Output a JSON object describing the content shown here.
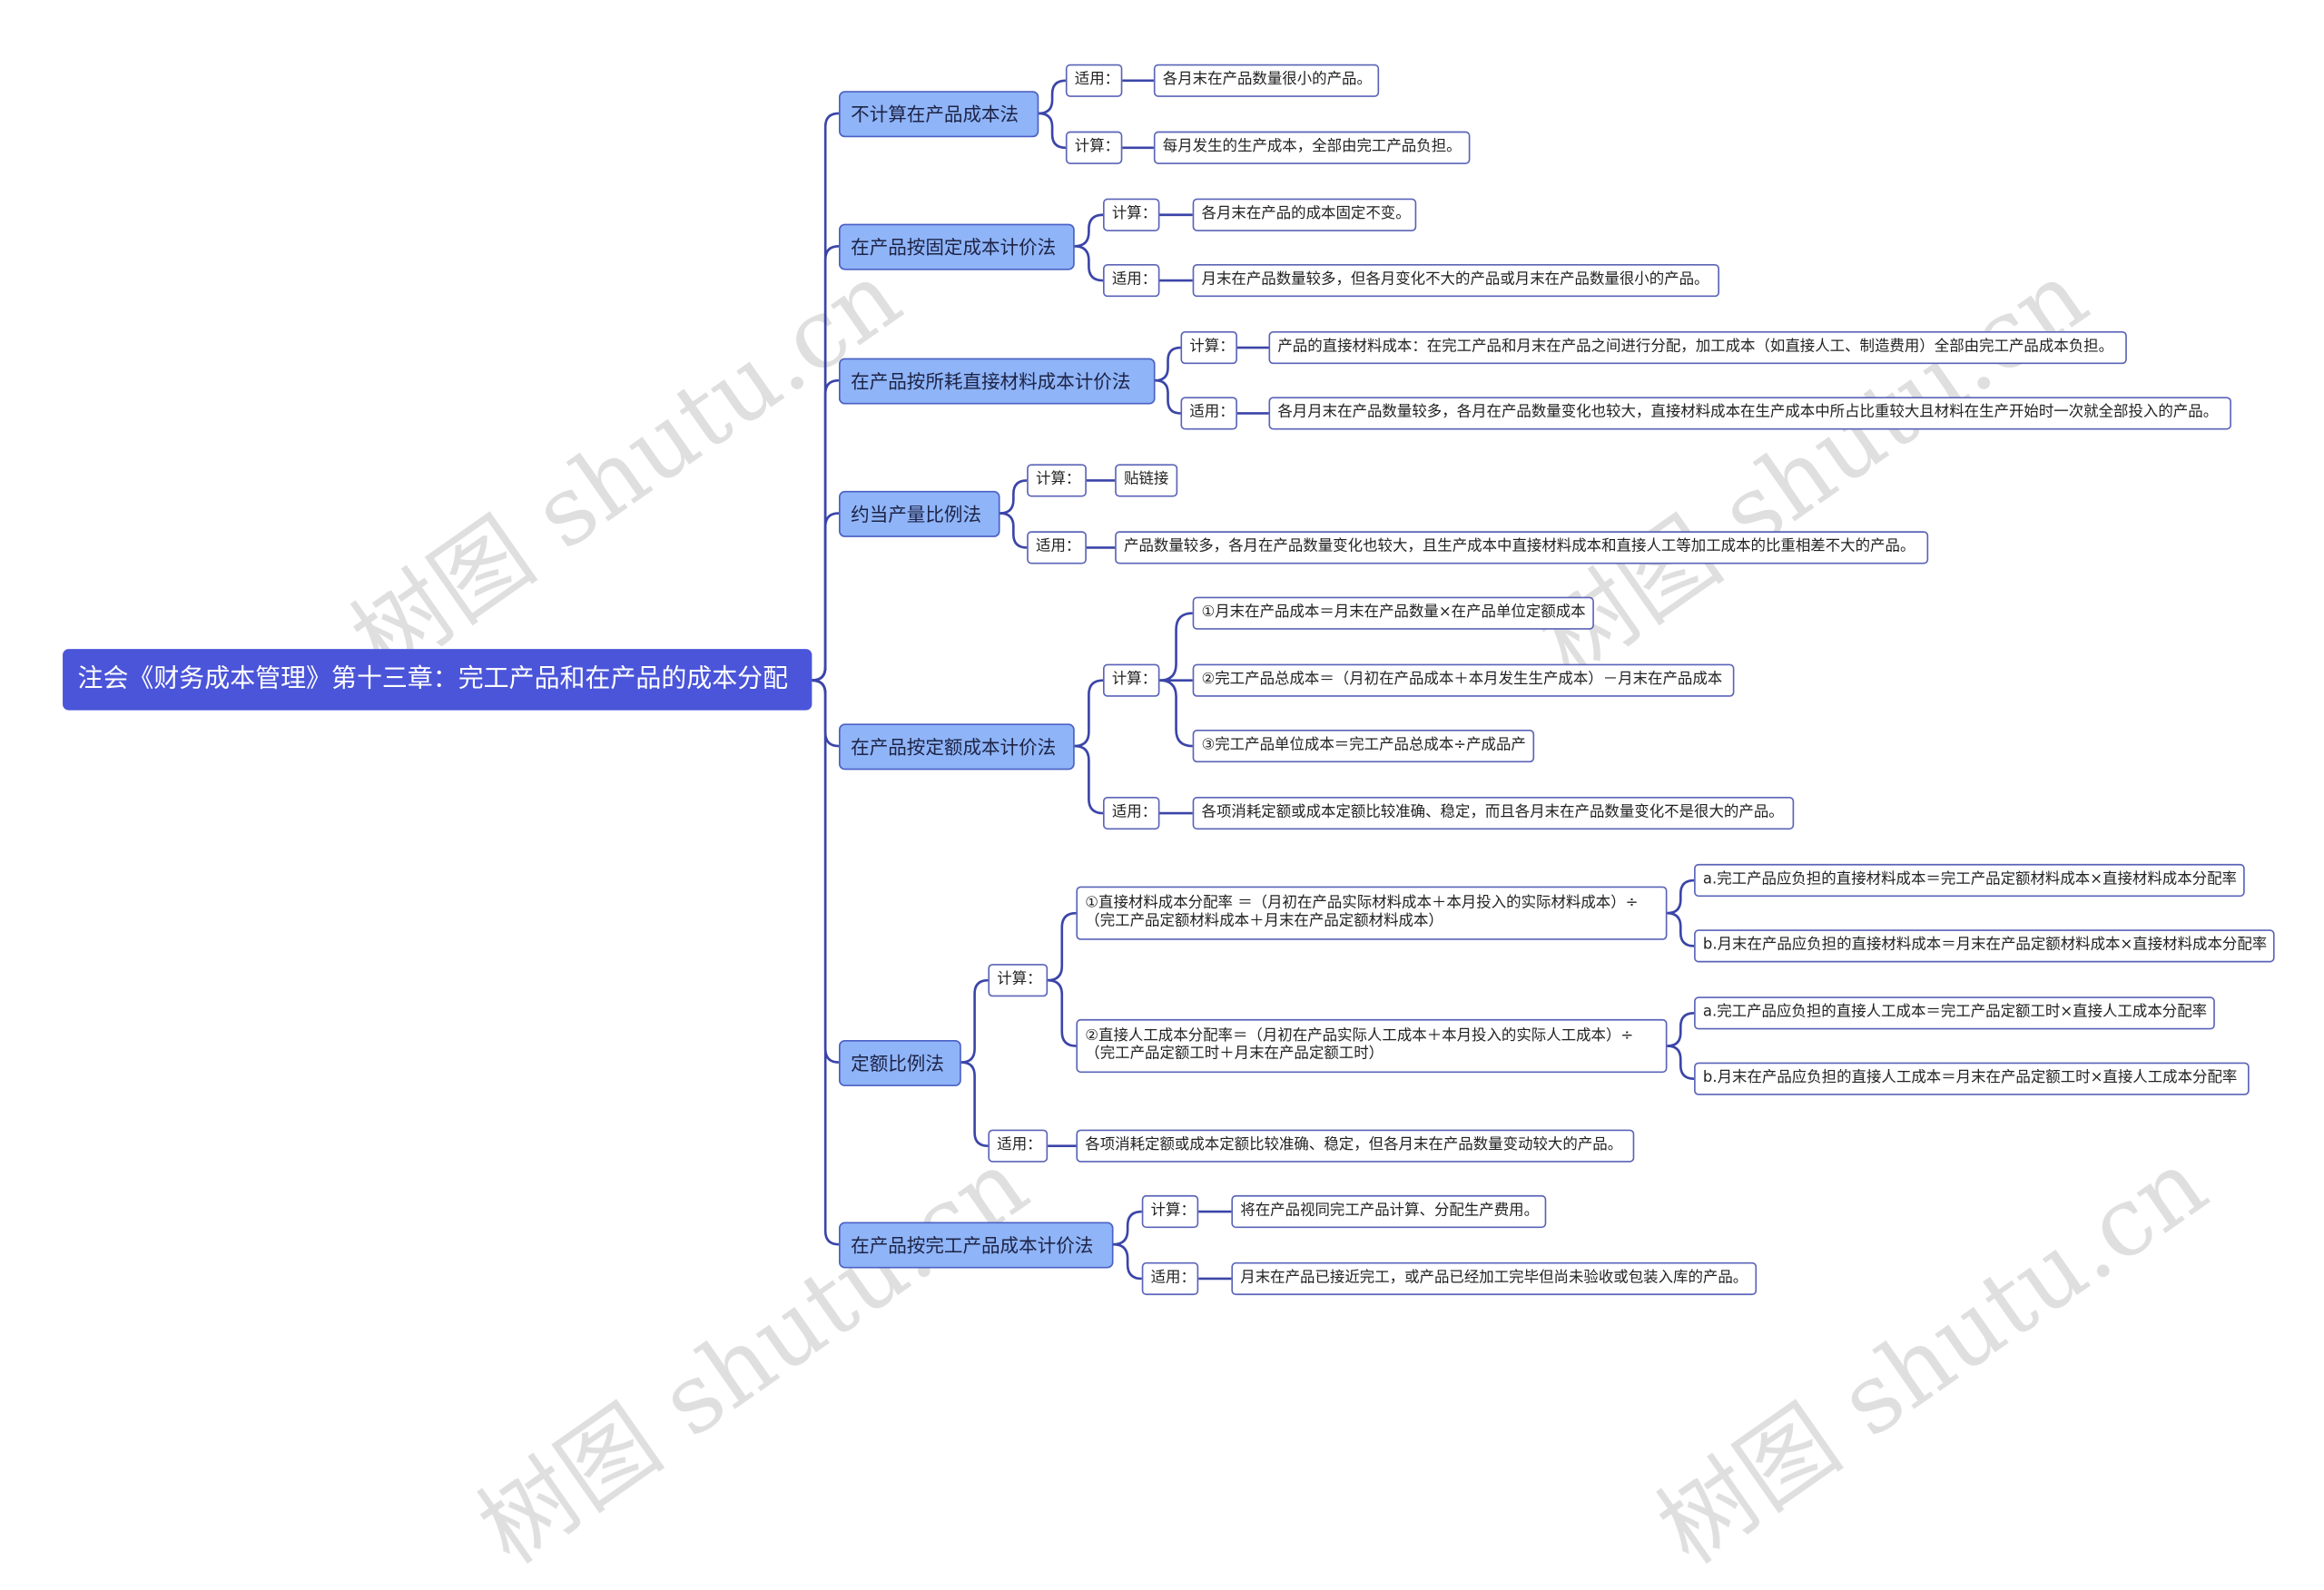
{
  "root": "注会《财务成本管理》第十三章：完工产品和在产品的成本分配",
  "watermark": "树图 shutu.cn",
  "colors": {
    "root": "#4b55d9",
    "branch": "#8fb4f7",
    "line": "#3b45a8"
  },
  "b1": {
    "label": "不计算在产品成本法",
    "c1": {
      "tag": "适用：",
      "text": "各月末在产品数量很小的产品。"
    },
    "c2": {
      "tag": "计算：",
      "text": "每月发生的生产成本，全部由完工产品负担。"
    }
  },
  "b2": {
    "label": "在产品按固定成本计价法",
    "c1": {
      "tag": "计算：",
      "text": "各月末在产品的成本固定不变。"
    },
    "c2": {
      "tag": "适用：",
      "text": "月末在产品数量较多，但各月变化不大的产品或月末在产品数量很小的产品。"
    }
  },
  "b3": {
    "label": "在产品按所耗直接材料成本计价法",
    "c1": {
      "tag": "计算：",
      "text": "产品的直接材料成本：在完工产品和月末在产品之间进行分配，加工成本（如直接人工、制造费用）全部由完工产品成本负担。"
    },
    "c2": {
      "tag": "适用：",
      "text": "各月月末在产品数量较多，各月在产品数量变化也较大，直接材料成本在生产成本中所占比重较大且材料在生产开始时一次就全部投入的产品。"
    }
  },
  "b4": {
    "label": "约当产量比例法",
    "c1": {
      "tag": "计算：",
      "text": "贴链接"
    },
    "c2": {
      "tag": "适用：",
      "text": "产品数量较多，各月在产品数量变化也较大，且生产成本中直接材料成本和直接人工等加工成本的比重相差不大的产品。"
    }
  },
  "b5": {
    "label": "在产品按定额成本计价法",
    "c1": {
      "tag": "计算：",
      "items": [
        "①月末在产品成本＝月末在产品数量×在产品单位定额成本",
        "②完工产品总成本＝（月初在产品成本＋本月发生生产成本）－月末在产品成本",
        "③完工产品单位成本＝完工产品总成本÷产成品产"
      ]
    },
    "c2": {
      "tag": "适用：",
      "text": "各项消耗定额或成本定额比较准确、稳定，而且各月末在产品数量变化不是很大的产品。"
    }
  },
  "b6": {
    "label": "定额比例法",
    "c1": {
      "tag": "计算：",
      "m": {
        "text": "①直接材料成本分配率 ＝（月初在产品实际材料成本＋本月投入的实际材料成本）÷（完工产品定额材料成本＋月末在产品定额材料成本）",
        "a": "a.完工产品应负担的直接材料成本＝完工产品定额材料成本×直接材料成本分配率",
        "b": "b.月末在产品应负担的直接材料成本＝月末在产品定额材料成本×直接材料成本分配率"
      },
      "l": {
        "text": "②直接人工成本分配率＝（月初在产品实际人工成本＋本月投入的实际人工成本）÷（完工产品定额工时＋月末在产品定额工时）",
        "a": "a.完工产品应负担的直接人工成本＝完工产品定额工时×直接人工成本分配率",
        "b": "b.月末在产品应负担的直接人工成本＝月末在产品定额工时×直接人工成本分配率"
      }
    },
    "c2": {
      "tag": "适用：",
      "text": "各项消耗定额或成本定额比较准确、稳定，但各月末在产品数量变动较大的产品。"
    }
  },
  "b7": {
    "label": "在产品按完工产品成本计价法",
    "c1": {
      "tag": "计算：",
      "text": "将在产品视同完工产品计算、分配生产费用。"
    },
    "c2": {
      "tag": "适用：",
      "text": "月末在产品已接近完工，或产品已经加工完毕但尚未验收或包装入库的产品。"
    }
  }
}
